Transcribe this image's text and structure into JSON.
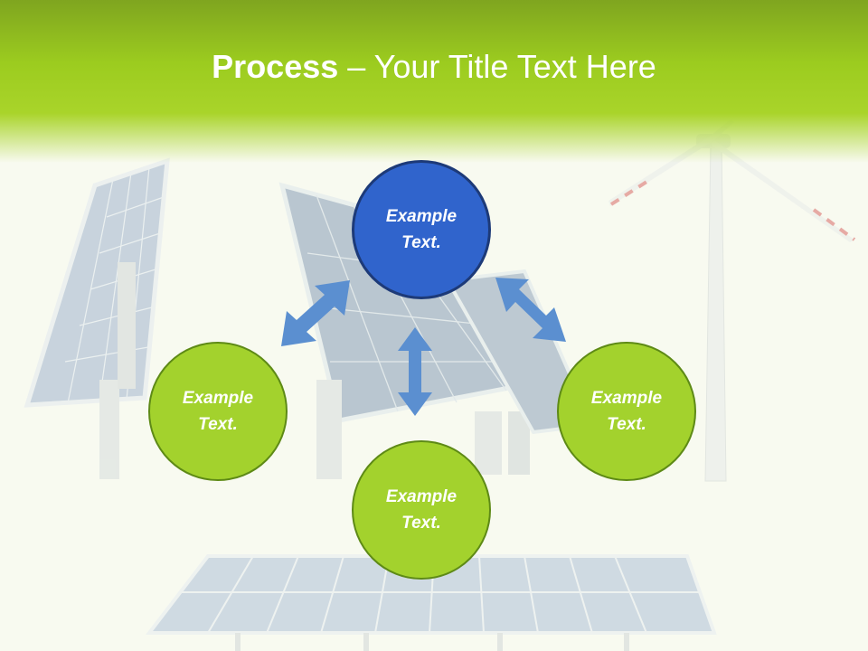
{
  "slide": {
    "title_bold": "Process",
    "title_rest": " – Your Title Text Here"
  },
  "nodes": {
    "top": "Example Text.",
    "left": "Example Text.",
    "right": "Example Text.",
    "bottom": "Example Text."
  },
  "colors": {
    "header_green": "#9ccc1f",
    "node_green": "#a3d22d",
    "node_blue": "#3064cc",
    "arrow_blue": "#5b8fd0"
  },
  "icons": {
    "background": "solar-panels-and-wind-turbine-image",
    "connectors": "double-headed-arrow-icon"
  }
}
